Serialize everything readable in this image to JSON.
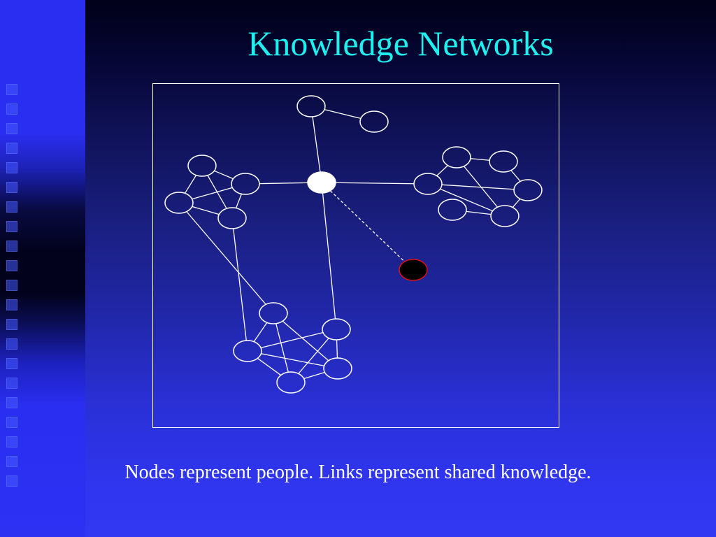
{
  "slide": {
    "title": "Knowledge Networks",
    "caption": "Nodes represent people. Links represent shared knowledge."
  },
  "colors": {
    "title": "#1ef0f0",
    "caption": "#ffffff",
    "node_stroke": "#ffffff",
    "highlight_node_fill": "#ffffff",
    "outsider_node_fill": "#000000",
    "outsider_node_stroke": "#e01010"
  },
  "network": {
    "nodes": [
      {
        "id": "top-a",
        "kind": "normal"
      },
      {
        "id": "top-b",
        "kind": "normal"
      },
      {
        "id": "hub",
        "kind": "highlight"
      },
      {
        "id": "left-a",
        "kind": "normal"
      },
      {
        "id": "left-b",
        "kind": "normal"
      },
      {
        "id": "left-c",
        "kind": "normal"
      },
      {
        "id": "left-d",
        "kind": "normal"
      },
      {
        "id": "right-a",
        "kind": "normal"
      },
      {
        "id": "right-b",
        "kind": "normal"
      },
      {
        "id": "right-c",
        "kind": "normal"
      },
      {
        "id": "right-d",
        "kind": "normal"
      },
      {
        "id": "right-e",
        "kind": "normal"
      },
      {
        "id": "right-f",
        "kind": "normal"
      },
      {
        "id": "bottom-a",
        "kind": "normal"
      },
      {
        "id": "bottom-b",
        "kind": "normal"
      },
      {
        "id": "bottom-c",
        "kind": "normal"
      },
      {
        "id": "bottom-d",
        "kind": "normal"
      },
      {
        "id": "bottom-e",
        "kind": "normal"
      },
      {
        "id": "outsider",
        "kind": "outsider"
      }
    ],
    "links": [
      {
        "from": "top-a",
        "to": "top-b",
        "style": "solid"
      },
      {
        "from": "top-a",
        "to": "hub",
        "style": "solid"
      },
      {
        "from": "left-b",
        "to": "hub",
        "style": "solid"
      },
      {
        "from": "hub",
        "to": "right-d",
        "style": "solid"
      },
      {
        "from": "hub",
        "to": "bottom-b",
        "style": "solid"
      },
      {
        "from": "hub",
        "to": "outsider",
        "style": "dashed"
      },
      {
        "from": "left-a",
        "to": "left-b",
        "style": "solid"
      },
      {
        "from": "left-a",
        "to": "left-c",
        "style": "solid"
      },
      {
        "from": "left-a",
        "to": "left-d",
        "style": "solid"
      },
      {
        "from": "left-b",
        "to": "left-c",
        "style": "solid"
      },
      {
        "from": "left-b",
        "to": "left-d",
        "style": "solid"
      },
      {
        "from": "left-c",
        "to": "left-d",
        "style": "solid"
      },
      {
        "from": "left-c",
        "to": "bottom-c",
        "style": "solid"
      },
      {
        "from": "left-d",
        "to": "bottom-a",
        "style": "solid"
      },
      {
        "from": "right-a",
        "to": "right-b",
        "style": "solid"
      },
      {
        "from": "right-b",
        "to": "right-c",
        "style": "solid"
      },
      {
        "from": "right-a",
        "to": "right-d",
        "style": "solid"
      },
      {
        "from": "right-a",
        "to": "right-f",
        "style": "solid"
      },
      {
        "from": "right-d",
        "to": "right-c",
        "style": "solid"
      },
      {
        "from": "right-d",
        "to": "right-f",
        "style": "solid"
      },
      {
        "from": "right-c",
        "to": "right-f",
        "style": "solid"
      },
      {
        "from": "right-e",
        "to": "right-f",
        "style": "solid"
      },
      {
        "from": "bottom-a",
        "to": "bottom-b",
        "style": "solid"
      },
      {
        "from": "bottom-a",
        "to": "bottom-c",
        "style": "solid"
      },
      {
        "from": "bottom-a",
        "to": "bottom-e",
        "style": "solid"
      },
      {
        "from": "bottom-a",
        "to": "bottom-d",
        "style": "solid"
      },
      {
        "from": "bottom-c",
        "to": "bottom-e",
        "style": "solid"
      },
      {
        "from": "bottom-c",
        "to": "bottom-d",
        "style": "solid"
      },
      {
        "from": "bottom-b",
        "to": "bottom-d",
        "style": "solid"
      },
      {
        "from": "bottom-b",
        "to": "bottom-e",
        "style": "solid"
      },
      {
        "from": "bottom-e",
        "to": "bottom-d",
        "style": "solid"
      }
    ]
  }
}
